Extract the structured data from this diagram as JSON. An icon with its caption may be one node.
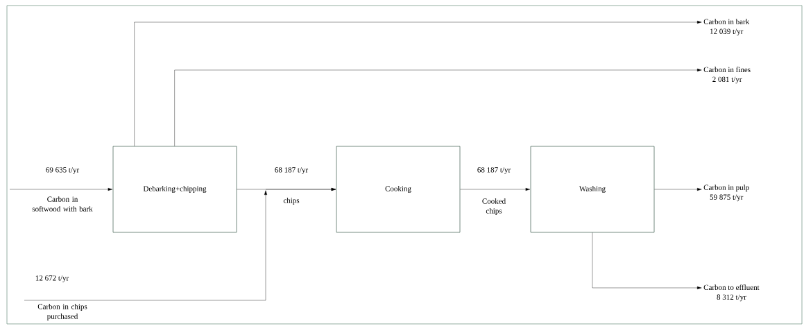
{
  "diagram": {
    "nodes": [
      {
        "text": [
          "Debarking+chipping"
        ]
      },
      {
        "text": [
          "Cooking"
        ]
      },
      {
        "text": [
          "Washing"
        ]
      },
      {
        "text": [
          "Carbon in bark",
          "12 039 t/yr"
        ]
      },
      {
        "text": [
          "Carbon in fines",
          "2 081 t/yr"
        ]
      },
      {
        "text": [
          "Carbon in pulp",
          "59 875 t/yr"
        ]
      },
      {
        "text": [
          "Carbon to effluent",
          "8 312 t/yr"
        ]
      }
    ],
    "edges": [
      {
        "from": null,
        "to": 0,
        "arrow": "to",
        "label": "69 635 t/yr"
      },
      {
        "from": 0,
        "to": 3,
        "arrow": "to"
      },
      {
        "from": 0,
        "to": 4,
        "arrow": "to"
      },
      {
        "from": 0,
        "to": 1,
        "arrow": "to",
        "label": "68 187 t/yr"
      },
      {
        "from": null,
        "to": 1,
        "arrow": "to",
        "label": "12 672 t/yr"
      },
      {
        "from": 1,
        "to": 2,
        "arrow": "to",
        "label": "68 187 t/yr"
      },
      {
        "from": 2,
        "to": 5,
        "arrow": "to"
      },
      {
        "from": 2,
        "to": 6,
        "arrow": "to"
      }
    ],
    "labels": [
      "Carbon in softwood with bark",
      "chips",
      "Cooked chips",
      "Carbon in chips purchased"
    ]
  }
}
